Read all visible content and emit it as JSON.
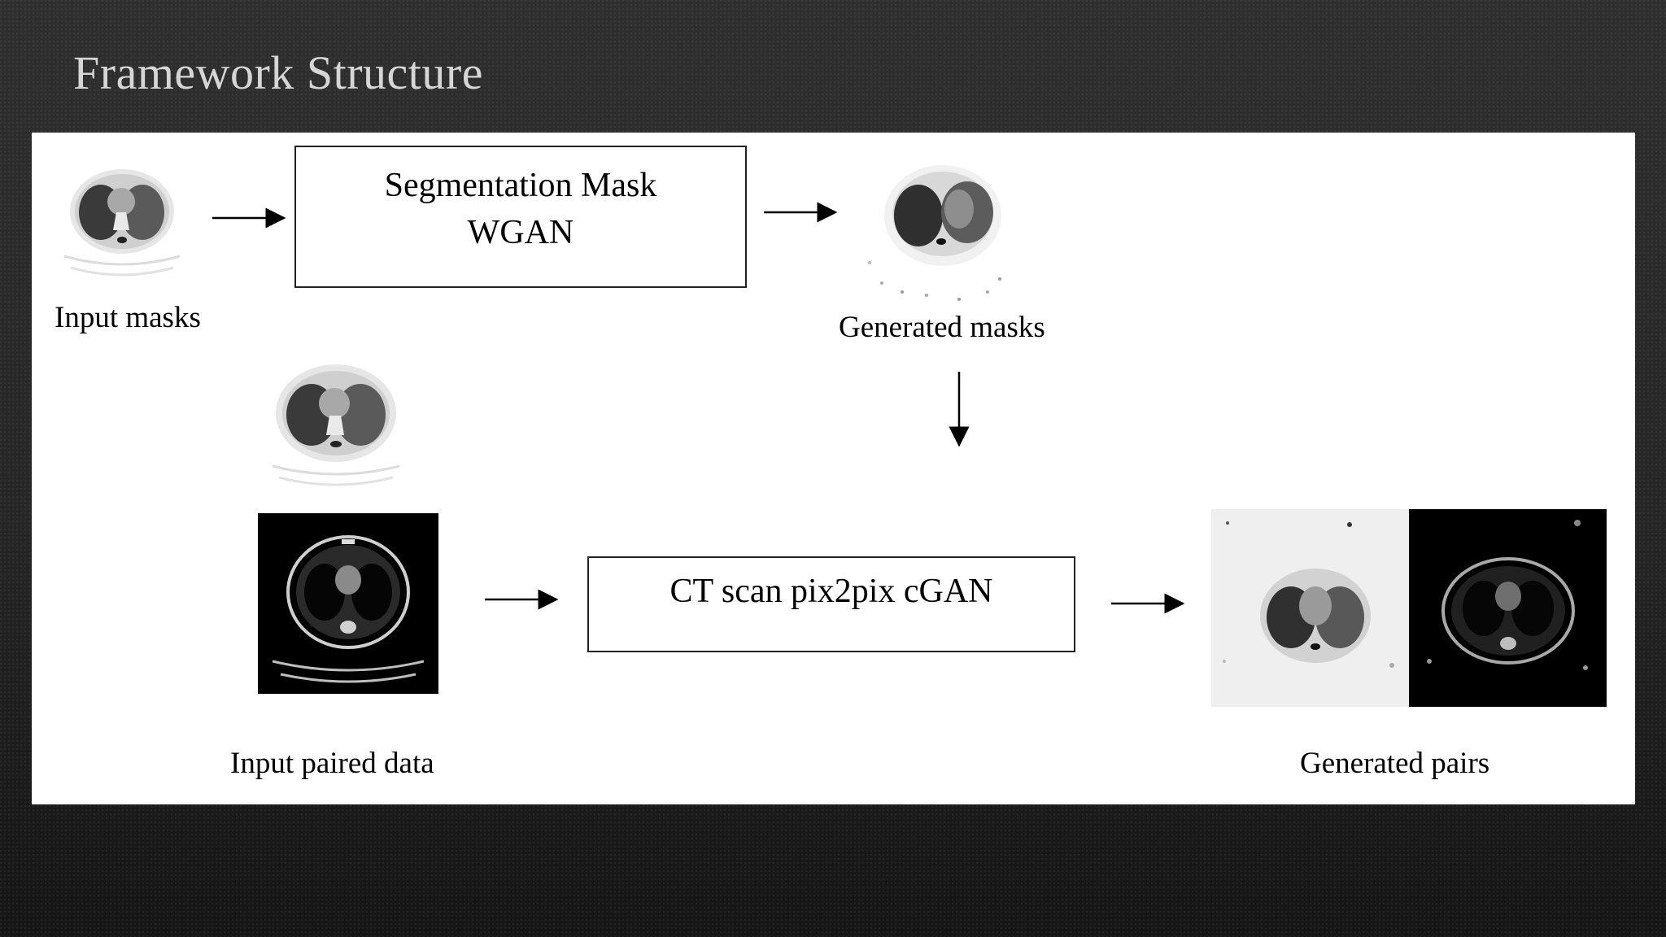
{
  "slide": {
    "title": "Framework Structure"
  },
  "diagram": {
    "labels": {
      "input_masks": "Input masks",
      "generated_masks": "Generated masks",
      "input_paired_data": "Input paired data",
      "generated_pairs": "Generated pairs"
    },
    "boxes": {
      "wgan_line1": "Segmentation Mask",
      "wgan_line2": "WGAN",
      "cgan": "CT scan pix2pix cGAN"
    }
  }
}
